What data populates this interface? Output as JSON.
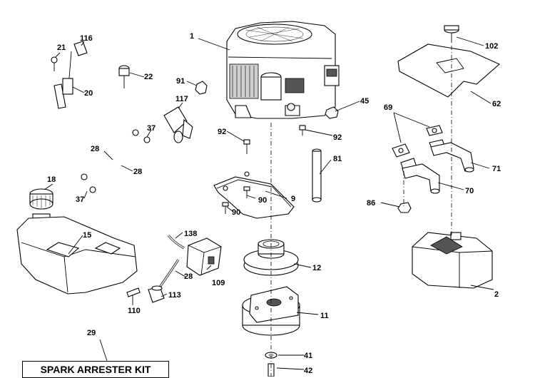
{
  "callouts": {
    "p1": "1",
    "p2": "2",
    "p9": "9",
    "p11": "11",
    "p12": "12",
    "p15": "15",
    "p18": "18",
    "p20": "20",
    "p21": "21",
    "p22": "22",
    "p28a": "28",
    "p28b": "28",
    "p28c": "28",
    "p29": "29",
    "p37a": "37",
    "p37b": "37",
    "p41": "41",
    "p42": "42",
    "p45": "45",
    "p62": "62",
    "p69": "69",
    "p70": "70",
    "p71": "71",
    "p81": "81",
    "p86": "86",
    "p90a": "90",
    "p90b": "90",
    "p91": "91",
    "p92a": "92",
    "p92b": "92",
    "p102": "102",
    "p109": "109",
    "p110": "110",
    "p113": "113",
    "p116": "116",
    "p117": "117",
    "p138": "138"
  },
  "kit_label": "SPARK ARRESTER KIT"
}
